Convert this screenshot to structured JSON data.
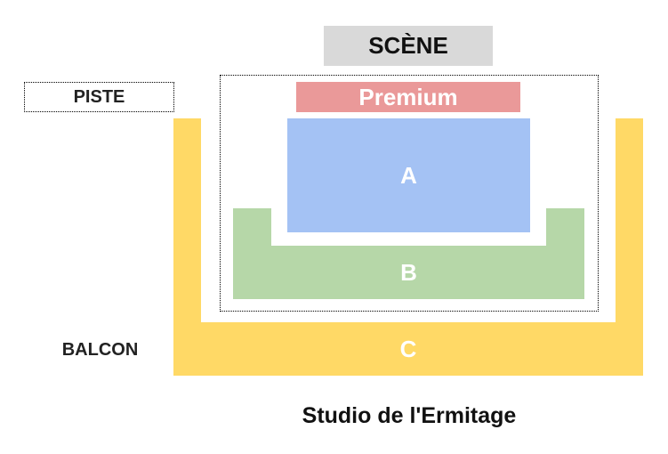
{
  "stage": "SCÈNE",
  "piste": "PISTE",
  "balcon": "BALCON",
  "zones": {
    "premium": "Premium",
    "a": "A",
    "b": "B",
    "c": "C"
  },
  "title": "Studio de l'Ermitage",
  "colors": {
    "premium": "#ea9999",
    "a": "#a4c2f4",
    "b": "#b6d7a8",
    "c": "#ffd966",
    "stage": "#d9d9d9"
  }
}
